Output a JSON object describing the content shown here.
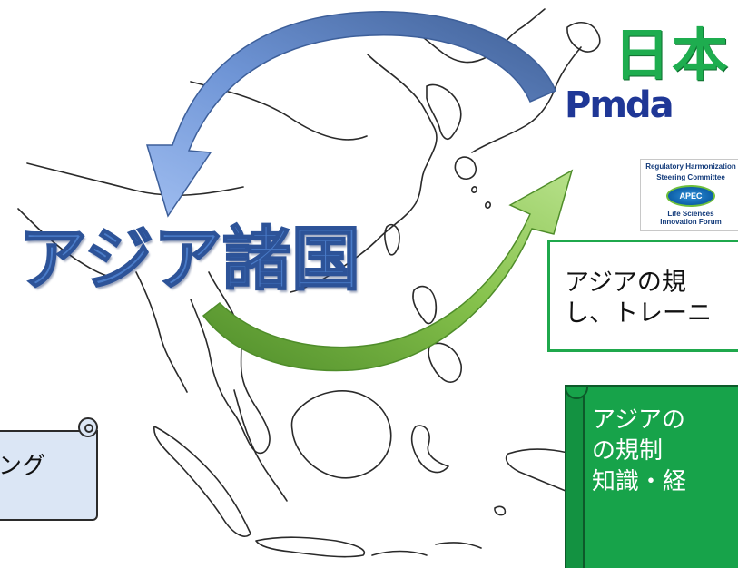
{
  "labels": {
    "japan": "日本",
    "asia": "アジア諸国"
  },
  "logos": {
    "pmda": {
      "text": "Pmda",
      "colors": {
        "primary": "#1f3796",
        "accent": "#f08a1c"
      }
    },
    "apec_badge": {
      "top_line1": "Regulatory Harmonization",
      "top_line2": "Steering Committee",
      "center": "APEC",
      "bottom_line1": "Life Sciences",
      "bottom_line2": "Innovation Forum"
    }
  },
  "boxes": {
    "training": {
      "line1": "アジアの規",
      "line2": "し、トレーニ"
    },
    "scroll_green": {
      "line1": "アジアの",
      "line2": "の規制",
      "line3": "知識・経"
    },
    "scroll_blue": {
      "line1": "ング"
    }
  },
  "arrows": {
    "top": {
      "direction": "japan-to-asia",
      "color": "#5b8bd6"
    },
    "bottom": {
      "direction": "asia-to-japan",
      "color": "#7ab648"
    }
  },
  "colors": {
    "japan_green": "#1ead4f",
    "asia_blue": "#4a7cc9",
    "box_border_green": "#1fa84c",
    "scroll_green_fill": "#17a34a",
    "scroll_blue_fill": "#dbe6f5"
  }
}
